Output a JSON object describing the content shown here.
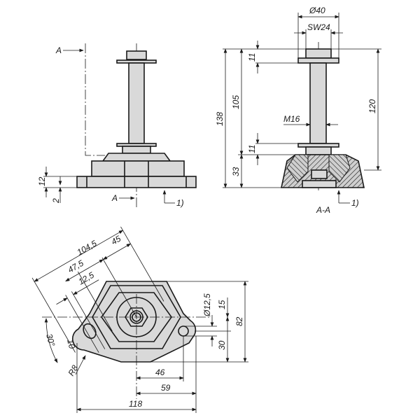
{
  "colors": {
    "line": "#1a1a1a",
    "part_fill": "#d9d9d9",
    "background": "#ffffff"
  },
  "front_view": {
    "section_marker_top": "A",
    "section_marker_bottom": "A",
    "note_ref": "1)",
    "dim_flange_height": "12",
    "dim_flange_offset": "2"
  },
  "section_view": {
    "title": "A-A",
    "note_ref": "1)",
    "dim_washer_dia": "Ø40",
    "dim_wrench_size": "SW24",
    "dim_total_height": "138",
    "dim_thread_height": "105",
    "dim_base_height": "33",
    "dim_nut_top": "11",
    "dim_nut_bottom": "11",
    "dim_thread": "M16",
    "dim_max_height": "120"
  },
  "plan_view": {
    "dim_104_5": "104,5",
    "dim_45": "45",
    "dim_47_5": "47,5",
    "dim_12_5": "12,5",
    "dim_angle": "30°",
    "dim_10": "10",
    "dim_radius": "R8",
    "dim_hole_dia": "Ø12,5",
    "dim_15": "15",
    "dim_30": "30",
    "dim_82": "82",
    "dim_46": "46",
    "dim_59": "59",
    "dim_118": "118"
  }
}
